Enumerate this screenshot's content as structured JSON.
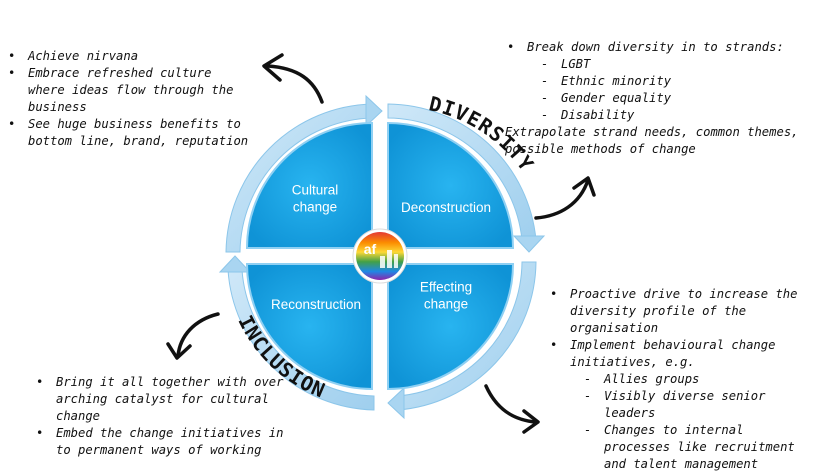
{
  "quadrants": {
    "top_left": "Cultural\nchange",
    "top_right": "Deconstruction",
    "bottom_left": "Reconstruction",
    "bottom_right": "Effecting\nchange"
  },
  "arc_labels": {
    "diversity": "DIVERSITY",
    "inclusion": "INCLUSION"
  },
  "logo_text": "af",
  "notes": {
    "top_left": [
      {
        "type": "bullet",
        "text": "Achieve nirvana"
      },
      {
        "type": "bullet",
        "text": "Embrace refreshed culture where ideas flow through the business"
      },
      {
        "type": "bullet",
        "text": "See huge business benefits to bottom line, brand, reputation"
      }
    ],
    "top_right": [
      {
        "type": "bullet",
        "text": "Break down diversity in to strands:"
      },
      {
        "type": "sub",
        "text": "LGBT"
      },
      {
        "type": "sub",
        "text": "Ethnic minority"
      },
      {
        "type": "sub",
        "text": "Gender equality"
      },
      {
        "type": "sub",
        "text": "Disability"
      },
      {
        "type": "plain",
        "text": "Extrapolate strand needs, common themes, possible methods of change"
      }
    ],
    "bottom_right": [
      {
        "type": "bullet",
        "text": "Proactive drive to increase the diversity profile of the organisation"
      },
      {
        "type": "bullet",
        "text": "Implement behavioural change initiatives, e.g."
      },
      {
        "type": "sub",
        "text": "Allies groups"
      },
      {
        "type": "sub",
        "text": "Visibly diverse senior leaders"
      },
      {
        "type": "sub",
        "text": "Changes to internal processes like recruitment and talent management"
      }
    ],
    "bottom_left": [
      {
        "type": "bullet",
        "text": "Bring it all together with over arching catalyst for cultural change"
      },
      {
        "type": "bullet",
        "text": "Embed the change initiatives in to permanent ways of working"
      }
    ]
  },
  "colors": {
    "quadrant_fill": "#1aa6e8",
    "quadrant_fill_light": "#5cc8f5",
    "ring_fill": "#aed8f2",
    "ring_edge": "#7fbde6"
  }
}
